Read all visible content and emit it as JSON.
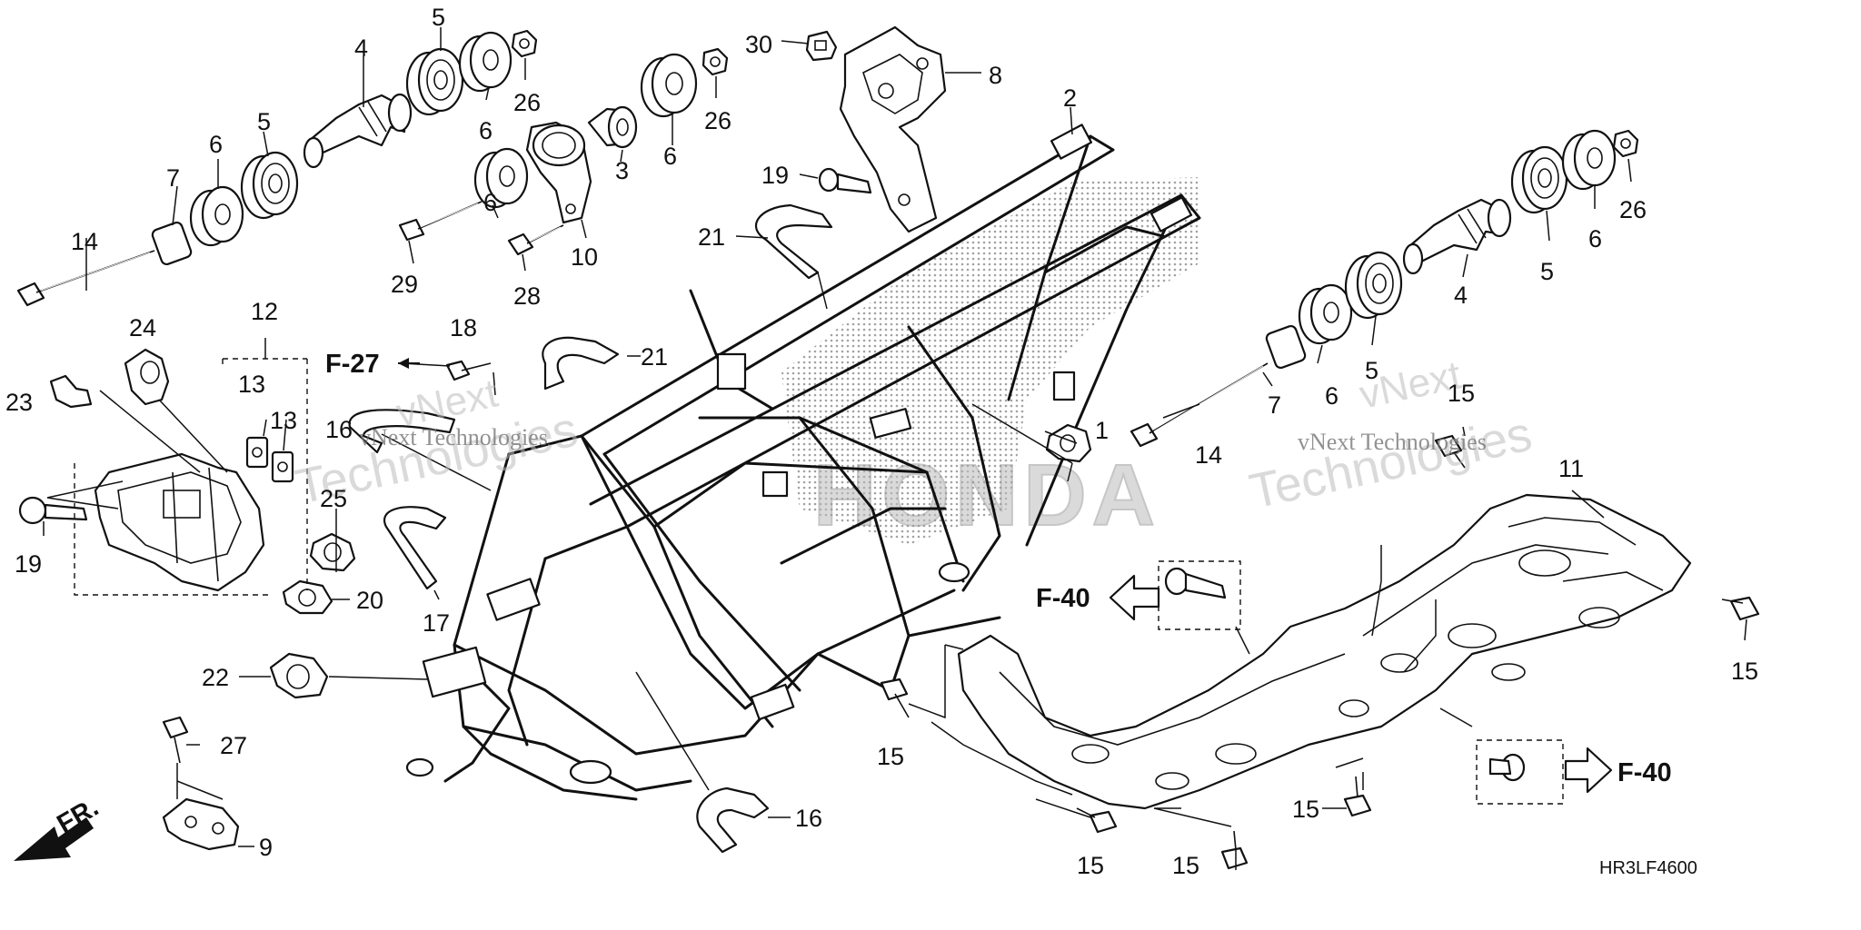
{
  "diagram": {
    "parts": [
      {
        "id": "p1",
        "label": "1"
      },
      {
        "id": "p2",
        "label": "2"
      },
      {
        "id": "p3",
        "label": "3"
      },
      {
        "id": "p4a",
        "label": "4"
      },
      {
        "id": "p4b",
        "label": "4"
      },
      {
        "id": "p5a",
        "label": "5"
      },
      {
        "id": "p5b",
        "label": "5"
      },
      {
        "id": "p5c",
        "label": "5"
      },
      {
        "id": "p5d",
        "label": "5"
      },
      {
        "id": "p6a",
        "label": "6"
      },
      {
        "id": "p6b",
        "label": "6"
      },
      {
        "id": "p6c",
        "label": "6"
      },
      {
        "id": "p6d",
        "label": "6"
      },
      {
        "id": "p6e",
        "label": "6"
      },
      {
        "id": "p6f",
        "label": "6"
      },
      {
        "id": "p7a",
        "label": "7"
      },
      {
        "id": "p7b",
        "label": "7"
      },
      {
        "id": "p8",
        "label": "8"
      },
      {
        "id": "p9",
        "label": "9"
      },
      {
        "id": "p10",
        "label": "10"
      },
      {
        "id": "p11",
        "label": "11"
      },
      {
        "id": "p12",
        "label": "12"
      },
      {
        "id": "p13a",
        "label": "13"
      },
      {
        "id": "p13b",
        "label": "13"
      },
      {
        "id": "p14a",
        "label": "14"
      },
      {
        "id": "p14b",
        "label": "14"
      },
      {
        "id": "p15a",
        "label": "15"
      },
      {
        "id": "p15b",
        "label": "15"
      },
      {
        "id": "p15c",
        "label": "15"
      },
      {
        "id": "p15d",
        "label": "15"
      },
      {
        "id": "p15e",
        "label": "15"
      },
      {
        "id": "p15f",
        "label": "15"
      },
      {
        "id": "p16a",
        "label": "16"
      },
      {
        "id": "p16b",
        "label": "16"
      },
      {
        "id": "p17",
        "label": "17"
      },
      {
        "id": "p18",
        "label": "18"
      },
      {
        "id": "p19a",
        "label": "19"
      },
      {
        "id": "p19b",
        "label": "19"
      },
      {
        "id": "p20",
        "label": "20"
      },
      {
        "id": "p21a",
        "label": "21"
      },
      {
        "id": "p21b",
        "label": "21"
      },
      {
        "id": "p22",
        "label": "22"
      },
      {
        "id": "p23",
        "label": "23"
      },
      {
        "id": "p24",
        "label": "24"
      },
      {
        "id": "p25",
        "label": "25"
      },
      {
        "id": "p26a",
        "label": "26"
      },
      {
        "id": "p26b",
        "label": "26"
      },
      {
        "id": "p26c",
        "label": "26"
      },
      {
        "id": "p27",
        "label": "27"
      },
      {
        "id": "p28",
        "label": "28"
      },
      {
        "id": "p29",
        "label": "29"
      },
      {
        "id": "p30",
        "label": "30"
      }
    ],
    "references": {
      "f27": "F-27",
      "f40_left": "F-40",
      "f40_right": "F-40"
    },
    "direction_label": "FR.",
    "diagram_code": "HR3LF4600",
    "brand_watermark": "HONDA",
    "watermarks": {
      "a1": "vNext",
      "a2": "Technologies",
      "b1": "vNext",
      "b2": "Technologies",
      "small_a": "vNext Technologies",
      "small_b": "vNext Technologies"
    }
  }
}
